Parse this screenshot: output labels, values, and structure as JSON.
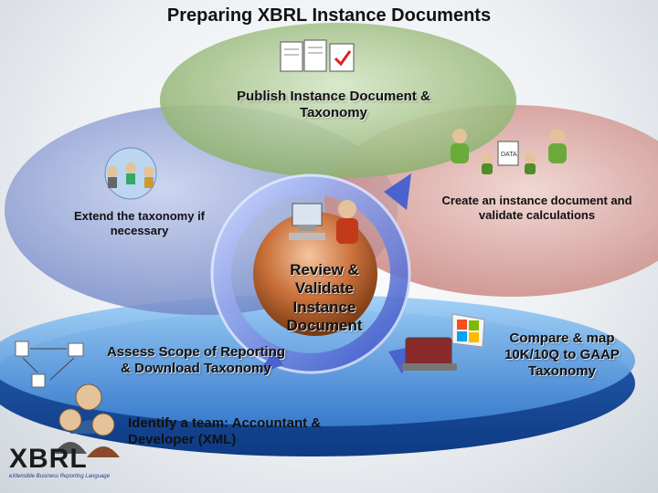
{
  "title": "Preparing XBRL Instance Documents",
  "steps": {
    "publish": "Publish Instance Document & Taxonomy",
    "create": "Create an instance document and validate calculations",
    "extend": "Extend the taxonomy if necessary",
    "review": "Review & Validate Instance Document",
    "assess": "Assess Scope of Reporting & Download Taxonomy",
    "compare": "Compare & map 10K/10Q to GAAP Taxonomy",
    "identify": "Identify a team: Accountant & Developer (XML)"
  },
  "logo": {
    "name": "XBRL",
    "tagline": "eXtensible Business Reporting Language"
  },
  "colors": {
    "publish_ellipse": "#9fbf82",
    "create_ellipse": "#d59a95",
    "extend_ellipse": "#8d9fd0",
    "base_platform": "#4f8ed6",
    "cycle_arrow": "#5b6fd0",
    "review_sphere": "#c86b32"
  }
}
